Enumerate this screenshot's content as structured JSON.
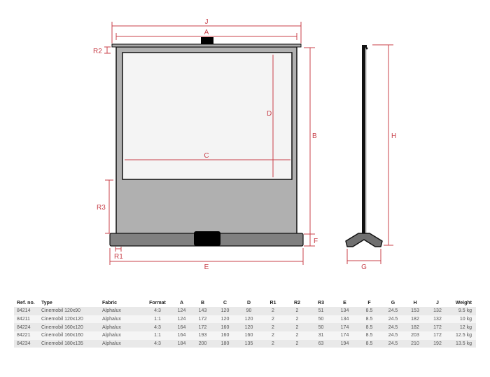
{
  "diagram": {
    "labels": {
      "J": "J",
      "A": "A",
      "R2": "R2",
      "B": "B",
      "C": "C",
      "D": "D",
      "R3": "R3",
      "F": "F",
      "R1": "R1",
      "E": "E",
      "H": "H",
      "G": "G"
    },
    "colors": {
      "dimension": "#c8404a",
      "housing": "#b0b0b0",
      "fabric": "#f4f4f4",
      "base": "#808080"
    }
  },
  "table": {
    "headers": [
      "Ref. no.",
      "Type",
      "Fabric",
      "Format",
      "A",
      "B",
      "C",
      "D",
      "R1",
      "R2",
      "R3",
      "E",
      "F",
      "G",
      "H",
      "J",
      "Weight"
    ],
    "rows": [
      [
        "84214",
        "Cinemobil 120x90",
        "Alphalux",
        "4:3",
        "124",
        "143",
        "120",
        "90",
        "2",
        "2",
        "51",
        "134",
        "8.5",
        "24.5",
        "153",
        "132",
        "9.5 kg"
      ],
      [
        "84211",
        "Cinemobil 120x120",
        "Alphalux",
        "1:1",
        "124",
        "172",
        "120",
        "120",
        "2",
        "2",
        "50",
        "134",
        "8.5",
        "24.5",
        "182",
        "132",
        "10 kg"
      ],
      [
        "84224",
        "Cinemobil 160x120",
        "Alphalux",
        "4:3",
        "164",
        "172",
        "160",
        "120",
        "2",
        "2",
        "50",
        "174",
        "8.5",
        "24.5",
        "182",
        "172",
        "12 kg"
      ],
      [
        "84221",
        "Cinemobil 160x160",
        "Alphalux",
        "1:1",
        "164",
        "193",
        "160",
        "160",
        "2",
        "2",
        "31",
        "174",
        "8.5",
        "24.5",
        "203",
        "172",
        "12.5 kg"
      ],
      [
        "84234",
        "Cinemobil 180x135",
        "Alphalux",
        "4:3",
        "184",
        "200",
        "180",
        "135",
        "2",
        "2",
        "63",
        "194",
        "8.5",
        "24.5",
        "210",
        "192",
        "13.5 kg"
      ]
    ]
  }
}
